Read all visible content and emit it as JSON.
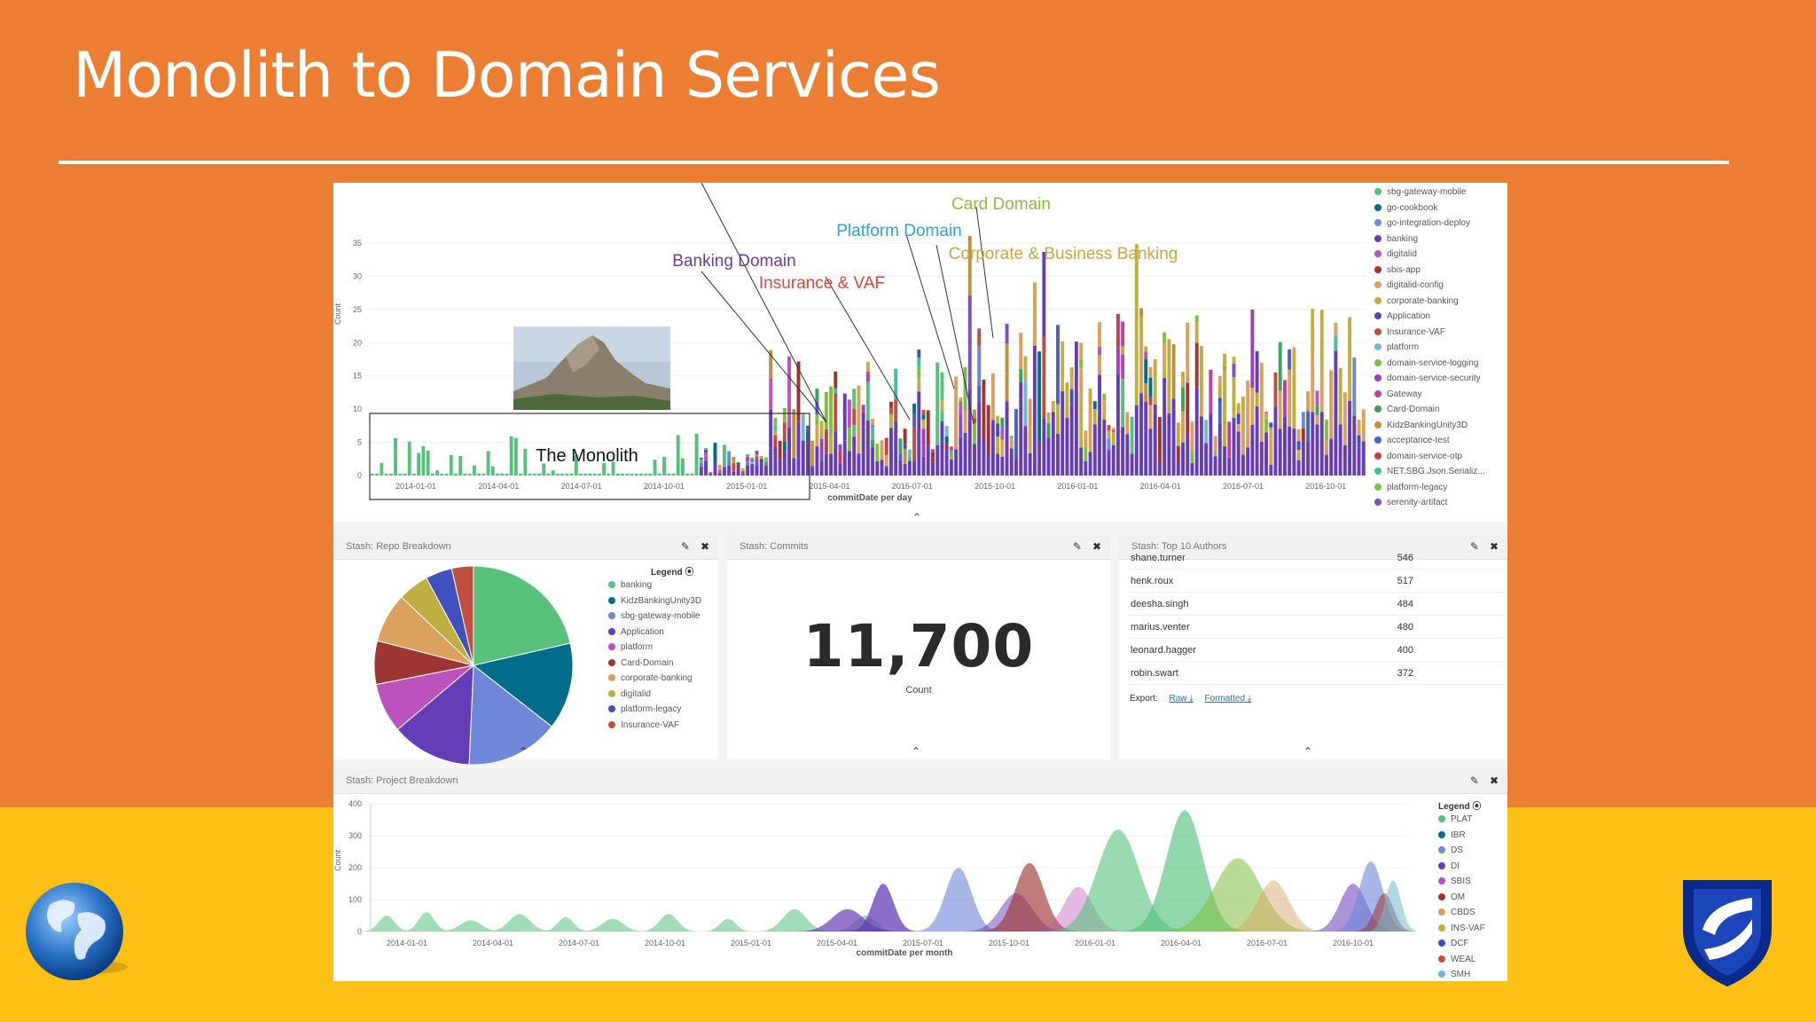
{
  "slide": {
    "title": "Monolith to Domain Services"
  },
  "commits_chart": {
    "y_ticks": [
      "0",
      "5",
      "10",
      "15",
      "20",
      "25",
      "30",
      "35"
    ],
    "y_label": "Count",
    "x_ticks": [
      "2014-01-01",
      "2014-04-01",
      "2014-07-01",
      "2014-10-01",
      "2015-01-01",
      "2015-04-01",
      "2015-07-01",
      "2015-10-01",
      "2016-01-01",
      "2016-04-01",
      "2016-07-01",
      "2016-10-01"
    ],
    "x_label": "commitDate per day",
    "monolith_label": "The Monolith",
    "annotations": {
      "card": "Card Domain",
      "platform": "Platform Domain",
      "corporate": "Corporate & Business Banking",
      "banking": "Banking Domain",
      "insurance": "Insurance & VAF"
    },
    "legend": [
      {
        "label": "sbg-gateway-mobile",
        "color": "#57c17b"
      },
      {
        "label": "go-cookbook",
        "color": "#006e8a"
      },
      {
        "label": "go-integration-deploy",
        "color": "#6f87d8"
      },
      {
        "label": "banking",
        "color": "#663db8"
      },
      {
        "label": "digitalid",
        "color": "#bc52bc"
      },
      {
        "label": "sbis-app",
        "color": "#9e3533"
      },
      {
        "label": "digitalid-config",
        "color": "#daa05d"
      },
      {
        "label": "corporate-banking",
        "color": "#bfaf40"
      },
      {
        "label": "Application",
        "color": "#4050bf"
      },
      {
        "label": "Insurance-VAF",
        "color": "#bf5040"
      },
      {
        "label": "platform",
        "color": "#70b8d0"
      },
      {
        "label": "domain-service-logging",
        "color": "#7dbf40"
      },
      {
        "label": "domain-service-security",
        "color": "#9b40bf"
      },
      {
        "label": "Gateway",
        "color": "#c040a0"
      },
      {
        "label": "Card-Domain",
        "color": "#40a060"
      },
      {
        "label": "KidzBankingUnity3D",
        "color": "#c09040"
      },
      {
        "label": "acceptance-test",
        "color": "#5060c0"
      },
      {
        "label": "domain-service-otp",
        "color": "#c04050"
      },
      {
        "label": "NET.SBG.Json.Serializ...",
        "color": "#40c0a0"
      },
      {
        "label": "platform-legacy",
        "color": "#80c040"
      },
      {
        "label": "serenity-artifact",
        "color": "#8050c0"
      }
    ]
  },
  "repo_panel": {
    "title": "Stash: Repo Breakdown",
    "legend_title": "Legend",
    "chart_data": {
      "type": "pie",
      "slices": [
        {
          "label": "banking",
          "value": 21.2,
          "color": "#57c17b"
        },
        {
          "label": "KidzBankingUnity3D",
          "value": 14.0,
          "color": "#006e8a"
        },
        {
          "label": "sbg-gateway-mobile",
          "value": 15.0,
          "color": "#6f87d8"
        },
        {
          "label": "Application",
          "value": 13.0,
          "color": "#663db8"
        },
        {
          "label": "platform",
          "value": 8.0,
          "color": "#bc52bc"
        },
        {
          "label": "Card-Domain",
          "value": 7.0,
          "color": "#9e3533"
        },
        {
          "label": "corporate-banking",
          "value": 8.0,
          "color": "#daa05d"
        },
        {
          "label": "digitalid",
          "value": 5.0,
          "color": "#bfaf40"
        },
        {
          "label": "platform-legacy",
          "value": 4.3,
          "color": "#4050bf"
        },
        {
          "label": "Insurance-VAF",
          "value": 3.5,
          "color": "#bf5040"
        }
      ]
    }
  },
  "commits_panel": {
    "title": "Stash: Commits",
    "value": "11,700",
    "label": "Count"
  },
  "authors_panel": {
    "title": "Stash: Top 10 Authors",
    "rows": [
      {
        "name": "shane.turner",
        "count": "546"
      },
      {
        "name": "henk.roux",
        "count": "517"
      },
      {
        "name": "deesha.singh",
        "count": "484"
      },
      {
        "name": "marius.venter",
        "count": "480"
      },
      {
        "name": "leonard.hagger",
        "count": "400"
      },
      {
        "name": "robin.swart",
        "count": "372"
      }
    ],
    "export_label": "Export:",
    "raw_label": "Raw ⤓",
    "formatted_label": "Formatted ⤓"
  },
  "project_panel": {
    "title": "Stash: Project Breakdown",
    "legend_title": "Legend",
    "y_ticks": [
      "0",
      "100",
      "200",
      "300",
      "400"
    ],
    "y_label": "Count",
    "x_ticks": [
      "2014-01-01",
      "2014-04-01",
      "2014-07-01",
      "2014-10-01",
      "2015-01-01",
      "2015-04-01",
      "2015-07-01",
      "2015-10-01",
      "2016-01-01",
      "2016-04-01",
      "2016-07-01",
      "2016-10-01"
    ],
    "x_label": "commitDate per month",
    "legend": [
      {
        "label": "PLAT",
        "color": "#57c17b"
      },
      {
        "label": "IBR",
        "color": "#006e8a"
      },
      {
        "label": "DS",
        "color": "#6f87d8"
      },
      {
        "label": "DI",
        "color": "#663db8"
      },
      {
        "label": "SBIS",
        "color": "#bc52bc"
      },
      {
        "label": "OM",
        "color": "#9e3533"
      },
      {
        "label": "CBDS",
        "color": "#daa05d"
      },
      {
        "label": "INS-VAF",
        "color": "#bfaf40"
      },
      {
        "label": "DCF",
        "color": "#4050bf"
      },
      {
        "label": "WEAL",
        "color": "#bf5040"
      },
      {
        "label": "SMH",
        "color": "#70b8d0"
      }
    ]
  },
  "icons": {
    "edit": "pencil-icon",
    "close": "close-icon",
    "collapse": "chevron-up-icon",
    "legend_toggle": "circle-icon"
  }
}
